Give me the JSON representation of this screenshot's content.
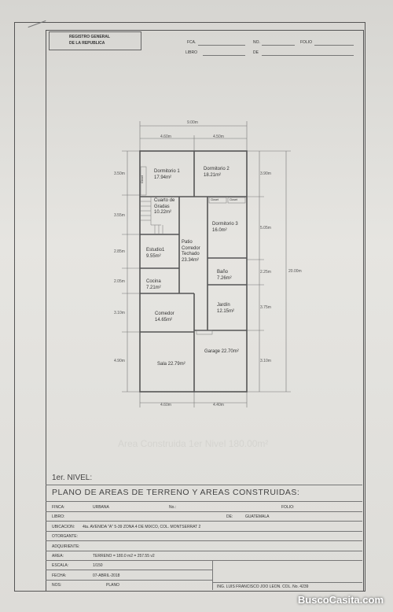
{
  "header": {
    "registry_line1": "REGISTRO GENERAL",
    "registry_line2": "DE LA REPUBLICA",
    "fca": "FCA.",
    "no": "NO.",
    "folio": "FOLIO",
    "libro": "LIBRO",
    "de": "DE"
  },
  "dimensions": {
    "top_total": "9.00m",
    "top_left": "4.60m",
    "top_right": "4.50m",
    "bottom_left": "4.60m",
    "bottom_right": "4.40m",
    "left": [
      "3.50m",
      "3.55m",
      "2.85m",
      "2.05m",
      "3.10m",
      "4.90m"
    ],
    "right": [
      "3.90m",
      "5.05m",
      "2.25m",
      "3.75m",
      "3.10m"
    ],
    "right_total": "20.00m"
  },
  "rooms": {
    "dormitorio1": {
      "name": "Dormitorio 1",
      "area": "17.94m²"
    },
    "dormitorio2": {
      "name": "Dormitorio 2",
      "area": "18.21m²"
    },
    "closet1": "Closet",
    "closet2": "Closet",
    "closet3": "Closet",
    "gradas": {
      "name": "Cuarto de",
      "name2": "Gradas",
      "area": "10.22m²"
    },
    "dormitorio3": {
      "name": "Dormitorio 3",
      "area": "16.0m²"
    },
    "patio": {
      "name": "Patio",
      "name2": "Corredor",
      "name3": "Techado",
      "area": "23.34m²"
    },
    "estudio": {
      "name": "Estudio1",
      "area": "9.55m²"
    },
    "bano": {
      "name": "Baño",
      "area": "7.26m²"
    },
    "cocina": {
      "name": "Cocina",
      "area": "7.21m²"
    },
    "jardin": {
      "name": "Jardín",
      "area": "12.15m²"
    },
    "comedor": {
      "name": "Comedor",
      "area": "14.65m²"
    },
    "sala": {
      "name": "Sala 22.79m²"
    },
    "garage": {
      "name": "Garage 22.70m²"
    }
  },
  "watermark": "Area Construida 1er Nivel 180.00m²",
  "nivel": "1er. NIVEL:",
  "title": "PLANO DE AREAS DE TERRENO Y AREAS CONSTRUIDAS:",
  "table": {
    "finca_label": "FINCA:",
    "finca_value": "URBANA",
    "no_label": "No.:",
    "folio_label": "FOLIO:",
    "libro_label": "LIBRO:",
    "de_label": "DE:",
    "de_value": "GUATEMALA",
    "ubicacion_label": "UBICACION:",
    "ubicacion_value": "4ta. AVENIDA \"A\" 5-39 ZONA 4 DE MIXCO, COL. MONTSERRAT 2",
    "otorgante_label": "OTORGANTE:",
    "adquiriente_label": "ADQUIRIENTE:",
    "area_label": "AREA:",
    "area_value": "TERRENO = 180.0 m2 = 257.55 v2",
    "escala_label": "ESCALA:",
    "escala_value": "1/150",
    "fecha_label": "FECHA:",
    "fecha_value": "07-ABRIL-2018",
    "nos_label": "NOS:",
    "nos_value": "PLANO",
    "ing": "ING. LUIS FRANCISCO JOO LEON. COL. No. 4239"
  },
  "brand": "BuscoCasita.com"
}
